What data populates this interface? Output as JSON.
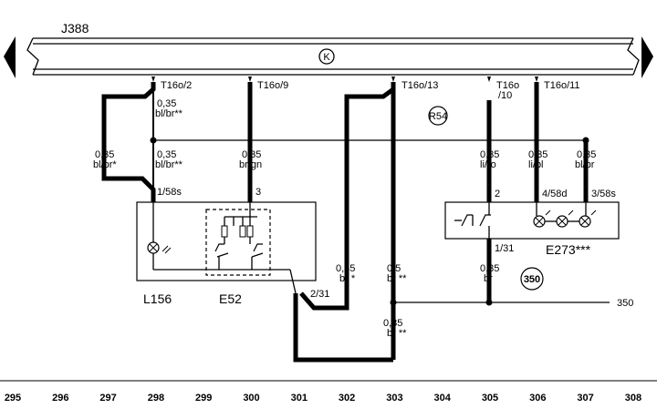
{
  "bus": {
    "label": "J388",
    "symbol": "K"
  },
  "connectors": {
    "t2": "T16o/2",
    "t9": "T16o/9",
    "t13": "T16o/13",
    "t10a": "T16o",
    "t10b": "/10",
    "t11": "T16o/11"
  },
  "wires": {
    "w1_size": "0,35",
    "w1_color": "bl/br**",
    "w2_size": "0,35",
    "w2_color": "bl/br*",
    "w3_size": "0,35",
    "w3_color": "bl/br**",
    "w4_size": "0,35",
    "w4_color": "br/gn",
    "w5_size": "0,35",
    "w5_color": "li/ro",
    "w6_size": "0,35",
    "w6_color": "li/bl",
    "w7_size": "0,35",
    "w7_color": "bl/br",
    "w8_size": "0,35",
    "w8_color": "br *",
    "w9_size": "0,5",
    "w9_color": "br **",
    "w10_size": "0,35",
    "w10_color": "br",
    "w11_size": "0,35",
    "w11_color": "br **"
  },
  "pins": {
    "p_158s": "1/58s",
    "p_3": "3",
    "p_231": "2/31",
    "p_2": "2",
    "p_458d": "4/58d",
    "p_358s": "3/58s",
    "p_131": "1/31"
  },
  "components": {
    "l156": "L156",
    "e52": "E52",
    "e273": "E273***",
    "r54": "R54",
    "c350": "350",
    "ref350": "350"
  },
  "ruler": [
    "295",
    "296",
    "297",
    "298",
    "299",
    "300",
    "301",
    "302",
    "303",
    "304",
    "305",
    "306",
    "307",
    "308"
  ]
}
